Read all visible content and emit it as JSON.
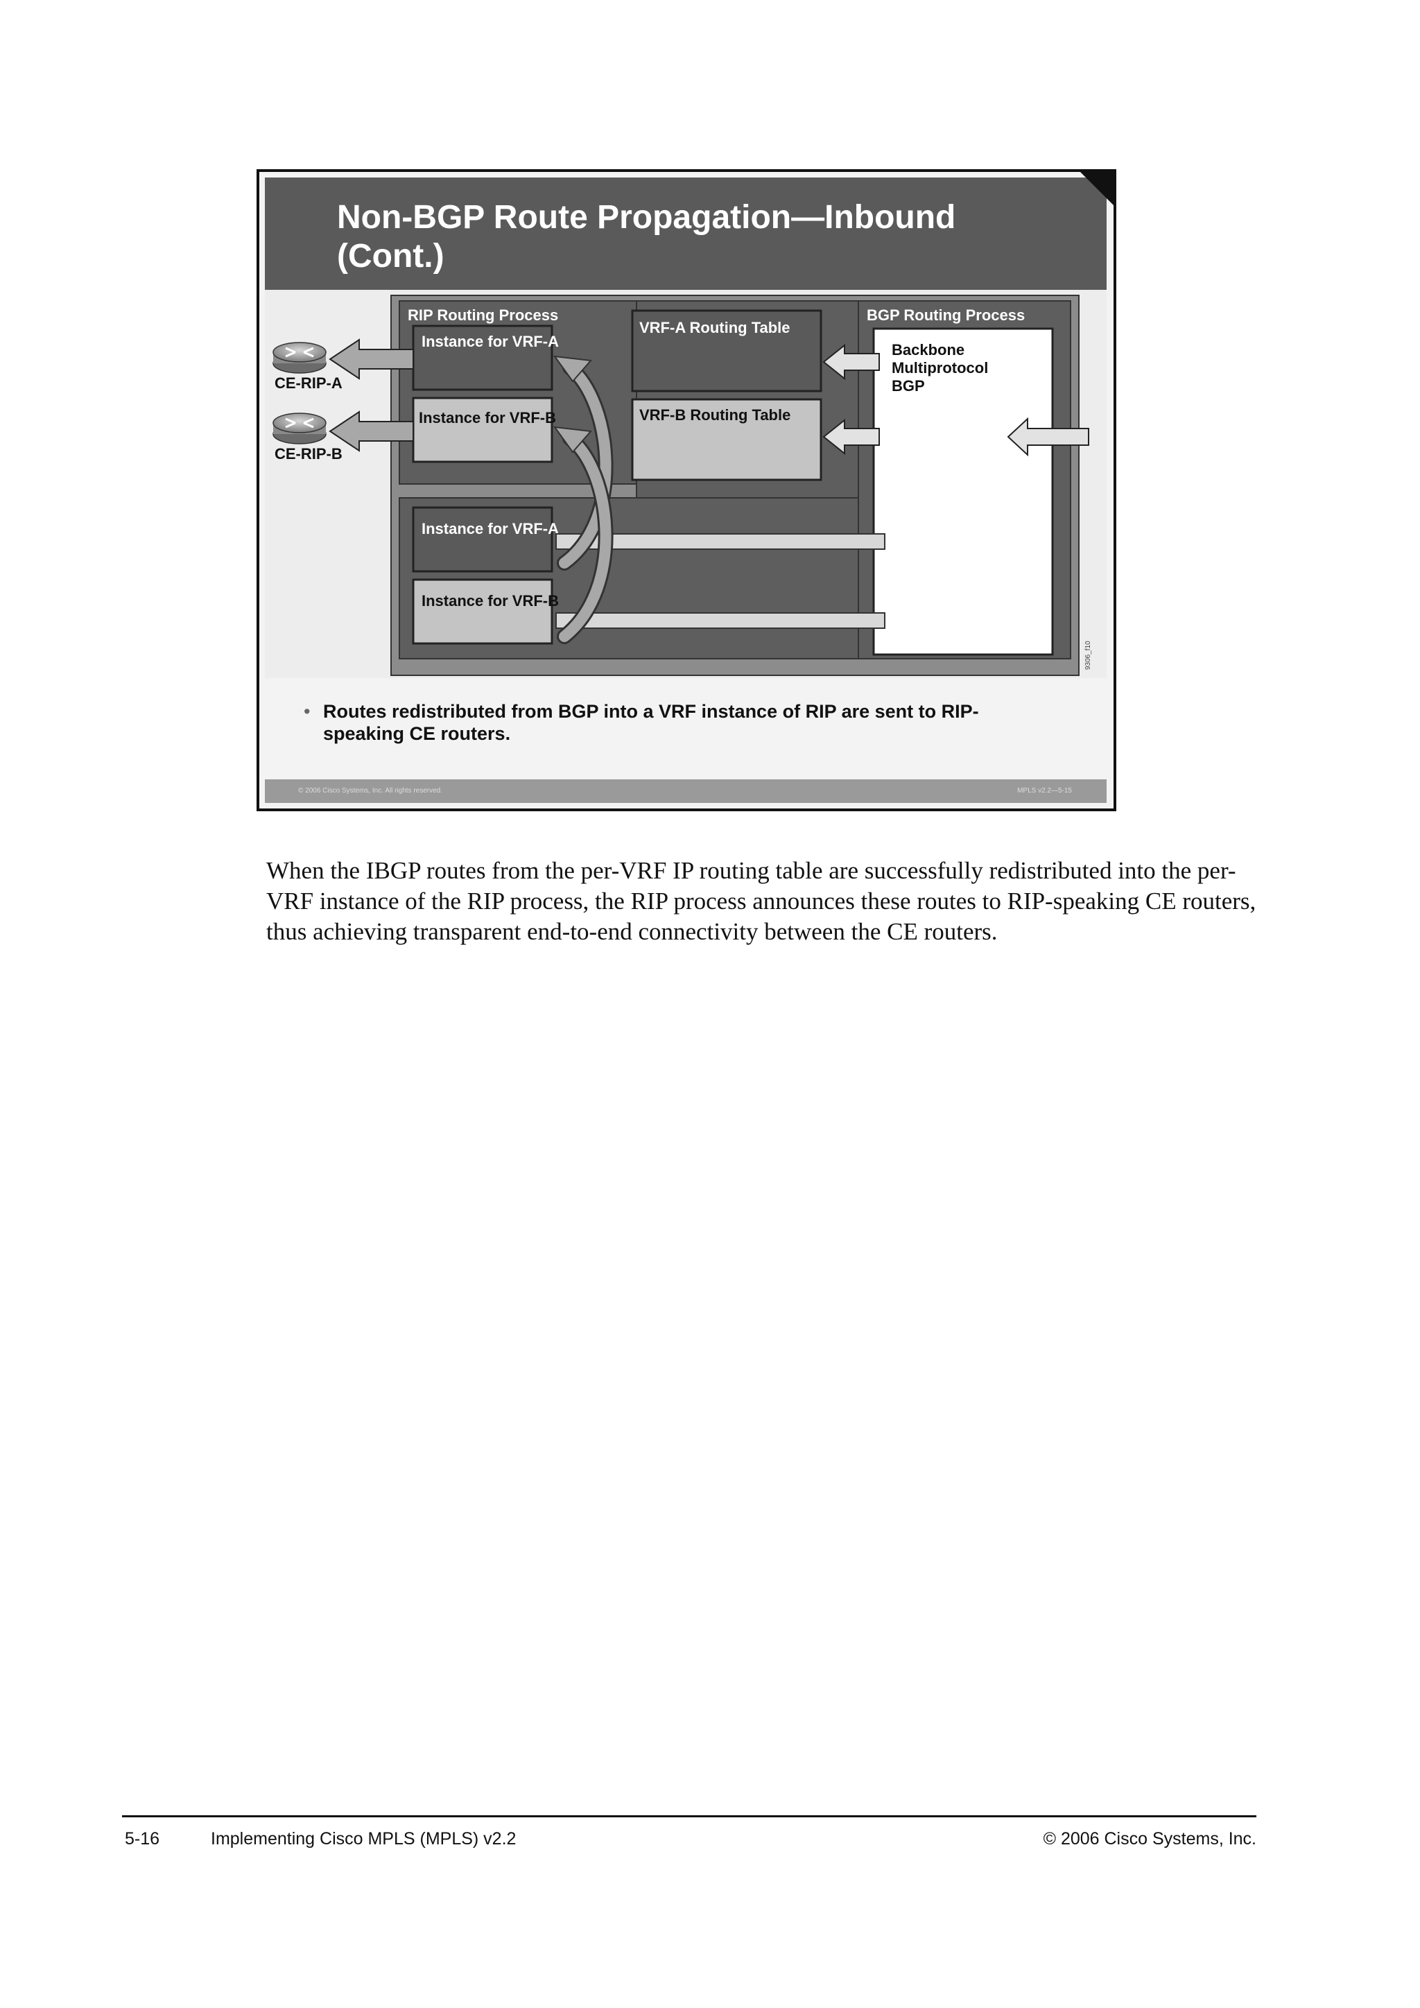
{
  "slide": {
    "title": "Non-BGP Route Propagation—Inbound (Cont.)",
    "bullet": "Routes redistributed from BGP into a VRF instance of RIP are sent to RIP-speaking CE routers.",
    "footer_left": "© 2006 Cisco Systems, Inc. All rights reserved.",
    "footer_right": "MPLS v2.2—5-15"
  },
  "diagram": {
    "routers": [
      {
        "label": "CE-RIP-A",
        "icon": "router-icon"
      },
      {
        "label": "CE-RIP-B",
        "icon": "router-icon"
      }
    ],
    "rip_process_label": "RIP Routing Process",
    "rip_instances": [
      "Instance for VRF-A",
      "Instance for VRF-B",
      "Instance for VRF-A",
      "Instance for VRF-B"
    ],
    "vrf_a_table": "VRF-A Routing Table",
    "vrf_b_table": "VRF-B Routing Table",
    "bgp_process_label": "BGP Routing Process",
    "bgp_box_lines": [
      "Backbone",
      "Multiprotocol",
      "BGP"
    ],
    "figure_id": "9306_f10"
  },
  "body_text": "When the IBGP routes from the per-VRF IP routing table are successfully redistributed into the per-VRF instance of the RIP process, the RIP process announces these routes to RIP-speaking CE routers, thus achieving transparent end-to-end connectivity between the CE routers.",
  "footer": {
    "page_number": "5-16",
    "course": "Implementing Cisco MPLS (MPLS) v2.2",
    "copyright": "© 2006 Cisco Systems, Inc."
  }
}
